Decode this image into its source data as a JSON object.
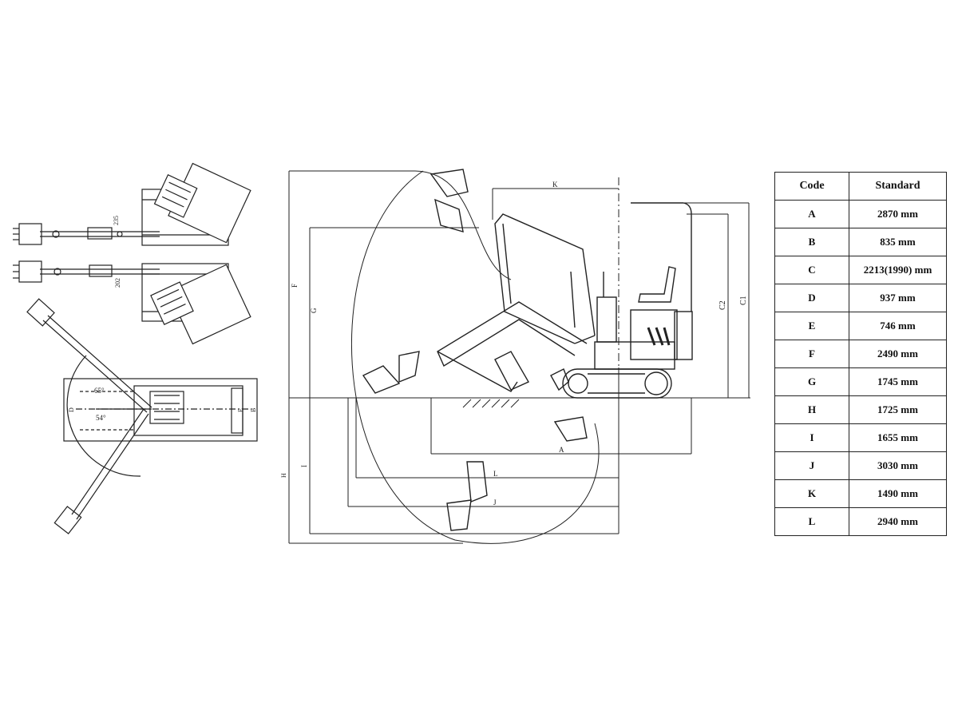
{
  "diagram": {
    "angles": [
      "65°",
      "54°"
    ],
    "top_view_dims": [
      "235",
      "202",
      "D",
      "B",
      "E"
    ],
    "dimension_letters": [
      "K",
      "F",
      "G",
      "C2",
      "C1",
      "A",
      "H",
      "L",
      "J",
      "I"
    ]
  },
  "spec_table": {
    "headers": [
      "Code",
      "Standard"
    ],
    "rows": [
      {
        "code": "A",
        "value": "2870 mm"
      },
      {
        "code": "B",
        "value": "835 mm"
      },
      {
        "code": "C",
        "value": "2213(1990) mm"
      },
      {
        "code": "D",
        "value": "937 mm"
      },
      {
        "code": "E",
        "value": "746 mm"
      },
      {
        "code": "F",
        "value": "2490 mm"
      },
      {
        "code": "G",
        "value": "1745 mm"
      },
      {
        "code": "H",
        "value": "1725 mm"
      },
      {
        "code": "I",
        "value": "1655 mm"
      },
      {
        "code": "J",
        "value": "3030 mm"
      },
      {
        "code": "K",
        "value": "1490 mm"
      },
      {
        "code": "L",
        "value": "2940 mm"
      }
    ]
  }
}
